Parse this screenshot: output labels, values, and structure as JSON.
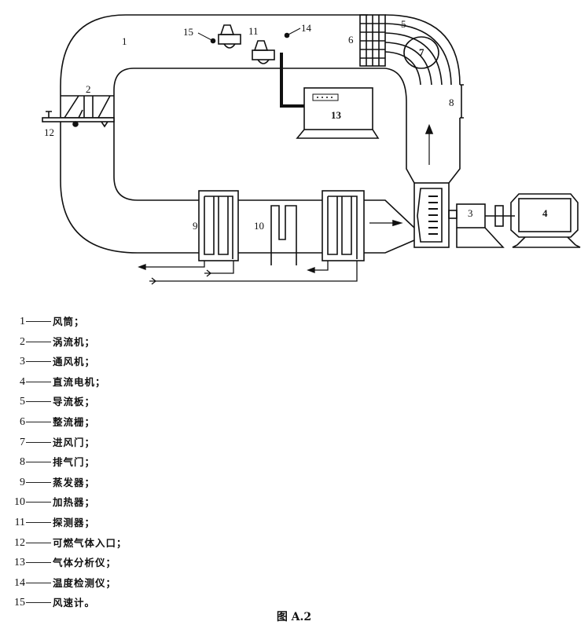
{
  "diagram": {
    "labels": {
      "l1": "1",
      "l2": "2",
      "l3": "3",
      "l4": "4",
      "l5": "5",
      "l6": "6",
      "l7": "7",
      "l8": "8",
      "l9": "9",
      "l10": "10",
      "l11": "11",
      "l12": "12",
      "l13": "13",
      "l14": "14",
      "l15": "15"
    }
  },
  "legend": [
    {
      "num": "1",
      "text": "风筒；"
    },
    {
      "num": "2",
      "text": "涡流机；"
    },
    {
      "num": "3",
      "text": "通风机；"
    },
    {
      "num": "4",
      "text": "直流电机；"
    },
    {
      "num": "5",
      "text": "导流板；"
    },
    {
      "num": "6",
      "text": "整流栅；"
    },
    {
      "num": "7",
      "text": "进风门；"
    },
    {
      "num": "8",
      "text": "排气门；"
    },
    {
      "num": "9",
      "text": "蒸发器；"
    },
    {
      "num": "10",
      "text": "加热器；"
    },
    {
      "num": "11",
      "text": "探测器；"
    },
    {
      "num": "12",
      "text": "可燃气体入口；"
    },
    {
      "num": "13",
      "text": "气体分析仪；"
    },
    {
      "num": "14",
      "text": "温度检测仪；"
    },
    {
      "num": "15",
      "text": "风速计。"
    }
  ],
  "caption": "图 A.2"
}
